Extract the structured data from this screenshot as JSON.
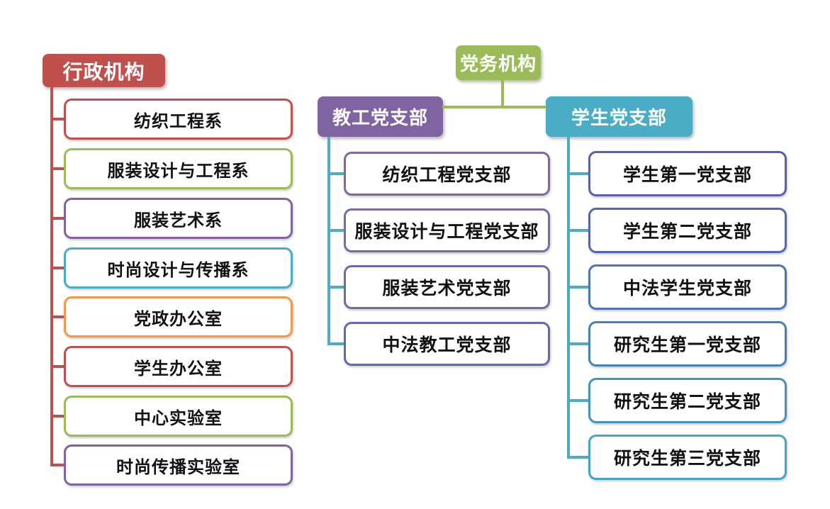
{
  "admin_tree": {
    "header": {
      "label": "行政机构",
      "fill": "#C0504D",
      "text_color": "#ffffff"
    },
    "connector_color": "#C0504D",
    "children": [
      {
        "label": "纺织工程系",
        "border": "#C0504D"
      },
      {
        "label": "服装设计与工程系",
        "border": "#9BBB59"
      },
      {
        "label": "服装艺术系",
        "border": "#8064A2"
      },
      {
        "label": "时尚设计与传播系",
        "border": "#4BACC6"
      },
      {
        "label": "党政办公室",
        "border": "#F79646"
      },
      {
        "label": "学生办公室",
        "border": "#C0504D"
      },
      {
        "label": "中心实验室",
        "border": "#9BBB59"
      },
      {
        "label": "时尚传播实验室",
        "border": "#8064A2"
      }
    ]
  },
  "party_tree": {
    "header": {
      "label": "党务机构",
      "fill": "#9BBB59",
      "text_color": "#ffffff"
    },
    "connector_color": "#9BBB59",
    "branches": [
      {
        "header": {
          "label": "教工党支部",
          "fill": "#8064A2",
          "text_color": "#ffffff"
        },
        "connector_color": "#4BACC6",
        "children": [
          {
            "label": "纺织工程党支部",
            "border": "#8365A4"
          },
          {
            "label": "服装设计与工程党支部",
            "border": "#7A68A7"
          },
          {
            "label": "服装艺术党支部",
            "border": "#7069AC"
          },
          {
            "label": "中法教工党支部",
            "border": "#6366B0"
          }
        ]
      },
      {
        "header": {
          "label": "学生党支部",
          "fill": "#4BACC6",
          "text_color": "#ffffff"
        },
        "connector_color": "#4BACC6",
        "children": [
          {
            "label": "学生第一党支部",
            "border": "#5A60AE"
          },
          {
            "label": "学生第二党支部",
            "border": "#5366B1"
          },
          {
            "label": "中法学生党支部",
            "border": "#4C74B6"
          },
          {
            "label": "研究生第一党支部",
            "border": "#4682BA"
          },
          {
            "label": "研究生第二党支部",
            "border": "#4493BF"
          },
          {
            "label": "研究生第三党支部",
            "border": "#45A5C4"
          }
        ]
      }
    ]
  }
}
